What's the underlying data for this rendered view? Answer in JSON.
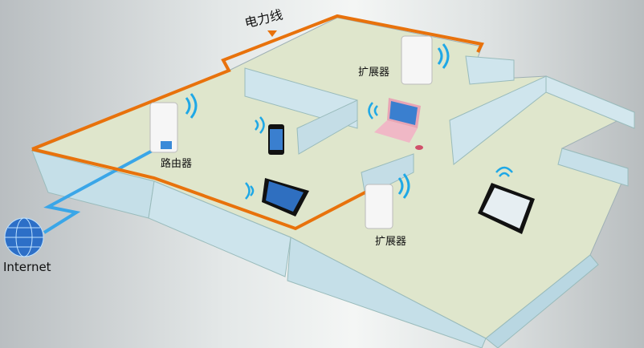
{
  "labels": {
    "power_line": "电力线",
    "router": "路由器",
    "extender_top": "扩展器",
    "extender_bottom": "扩展器",
    "internet": "Internet"
  },
  "colors": {
    "power_line": "#e8720c",
    "internet_cable": "#3aa6e8",
    "floor": "#dfe6cc",
    "wall": "#c9e1ea",
    "wifi": "#1fa8e6"
  }
}
